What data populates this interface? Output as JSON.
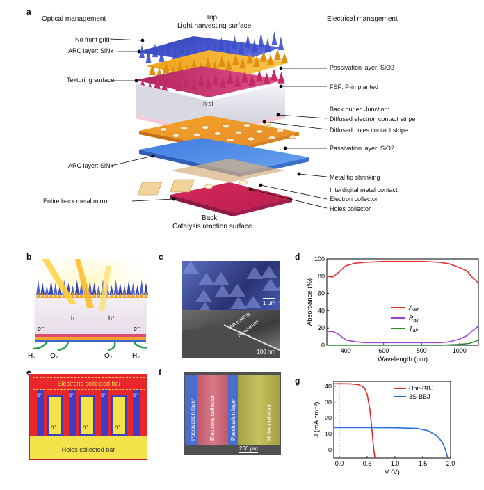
{
  "panel_labels": {
    "a": "a",
    "b": "b",
    "c": "c",
    "d": "d",
    "e": "e",
    "f": "f",
    "g": "g"
  },
  "panel_a": {
    "optical_title": "Optical management",
    "electrical_title": "Electrical management",
    "top_title_1": "Top:",
    "top_title_2": "Light harvesting surface",
    "back_title_1": "Back:",
    "back_title_2": "Catalysis reaction surface",
    "left_labels": [
      "No front grid",
      "ARC layer: SiNx",
      "Texturing surface",
      "ARC layer: SiNx",
      "Entire back metal mirror"
    ],
    "right_labels": [
      "Passivation layer: SiO2",
      "FSF: P-implanted",
      "Back buried Junction:",
      "Diffused electron contact stripe",
      "Diffused holes contact stripe",
      "Passivation layer: SiO2",
      "Metal tip shrinking",
      "Interdigital metal contact:",
      "Electron collector",
      "Holes collector"
    ],
    "nsi": "n-si"
  },
  "panel_b": {
    "e1": "e⁻",
    "h1": "h⁺",
    "h2": "h⁺",
    "e2": "e⁻",
    "h2_left": "H₂",
    "o2_left": "O₂",
    "o2_right": "O₂",
    "h2_right": "H₂"
  },
  "panel_c": {
    "scale_top": "1 μm",
    "scale_bottom": "100 nm",
    "arc": "AR coating",
    "pass": "Passivation"
  },
  "panel_e": {
    "top_bar": "Electrons collected bar",
    "bottom_bar": "Holes collected bar",
    "e": "e⁻",
    "h": "h⁺"
  },
  "panel_f": {
    "labels": [
      "Passivation layer",
      "Electrons collector",
      "Passivation layer",
      "Holes collector"
    ],
    "scale": "200 μm"
  },
  "chart_data": [
    {
      "id": "d",
      "type": "line",
      "xlabel": "Wavelength (nm)",
      "ylabel": "Absorbance (%)",
      "xlim": [
        300,
        1100
      ],
      "ylim": [
        0,
        100
      ],
      "xticks": [
        400,
        600,
        800,
        1000
      ],
      "yticks": [
        0,
        20,
        40,
        60,
        80,
        100
      ],
      "legend_position": "center-right",
      "series": [
        {
          "name": "A",
          "sub": "air",
          "color": "#e8282b",
          "x": [
            300,
            330,
            360,
            400,
            450,
            500,
            600,
            700,
            800,
            900,
            950,
            1000,
            1040,
            1070,
            1100
          ],
          "y": [
            80,
            79,
            84,
            92,
            95,
            96,
            97,
            97,
            97,
            96,
            94,
            90,
            86,
            78,
            72
          ]
        },
        {
          "name": "R",
          "sub": "air",
          "color": "#a43fd6",
          "x": [
            300,
            330,
            360,
            400,
            450,
            500,
            600,
            700,
            800,
            900,
            950,
            1000,
            1040,
            1070,
            1100
          ],
          "y": [
            16,
            16,
            13,
            6,
            4,
            3,
            3,
            3,
            3,
            3,
            4,
            7,
            11,
            17,
            22
          ]
        },
        {
          "name": "T",
          "sub": "air",
          "color": "#2a8a2a",
          "x": [
            300,
            400,
            600,
            800,
            900,
            1000,
            1050,
            1080,
            1100
          ],
          "y": [
            0,
            0,
            0,
            0,
            0,
            1,
            2,
            4,
            6
          ]
        }
      ]
    },
    {
      "id": "g",
      "type": "line",
      "xlabel": "V (V)",
      "ylabel": "J (mA cm⁻²)",
      "xlim": [
        -0.1,
        2.0
      ],
      "ylim": [
        -5,
        43
      ],
      "xticks": [
        0.0,
        0.5,
        1.0,
        1.5,
        2.0
      ],
      "xtick_labels": [
        "0.0",
        "0.5",
        "1.0",
        "1.5",
        "2.0"
      ],
      "yticks": [
        0,
        10,
        20,
        30,
        40
      ],
      "legend_position": "top-right",
      "series": [
        {
          "name": "Unit-BBJ",
          "color": "#e8282b",
          "x": [
            -0.1,
            0.0,
            0.2,
            0.35,
            0.45,
            0.5,
            0.55,
            0.58,
            0.6,
            0.62,
            0.64
          ],
          "y": [
            41.5,
            41.6,
            41.5,
            41,
            39,
            35,
            25,
            15,
            7,
            0,
            -5
          ]
        },
        {
          "name": "3S-BBJ",
          "color": "#2a6de0",
          "x": [
            -0.1,
            0.0,
            0.5,
            1.0,
            1.4,
            1.6,
            1.75,
            1.85,
            1.9,
            1.95
          ],
          "y": [
            14,
            14,
            14,
            13.9,
            13.5,
            12,
            9,
            5,
            1,
            -5
          ]
        }
      ]
    }
  ]
}
